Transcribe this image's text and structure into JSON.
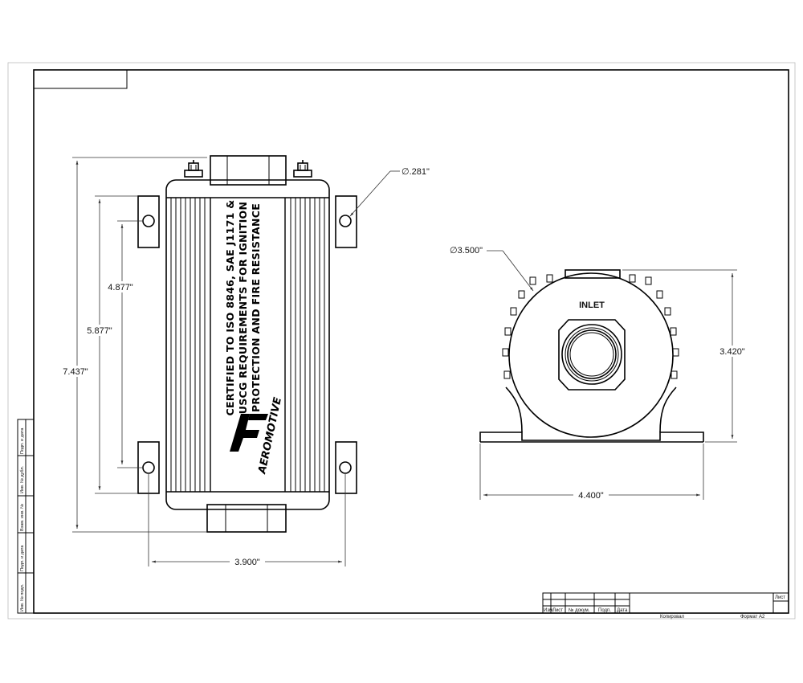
{
  "drawing": {
    "front_view": {
      "certification_lines": [
        "CERTIFIED TO ISO 8846, SAE J1171 &",
        "USCG REQUIREMENTS FOR IGNITION",
        "PROTECTION AND FIRE RESISTANCE"
      ],
      "brand": "AEROMOTIVE",
      "dim_hole_diameter": "∅.281\"",
      "dim_height_overall": "7.437\"",
      "dim_height_body": "5.877\"",
      "dim_hole_spacing_vertical": "4.877\"",
      "dim_hole_spacing_horizontal": "3.900\""
    },
    "side_view": {
      "inlet_label": "INLET",
      "dim_body_diameter": "∅3.500\"",
      "dim_height": "3.420\"",
      "dim_base_width": "4.400\""
    },
    "side_stamp": [
      "Подп. и дата",
      "Инв. № дубл.",
      "Взам. инв. №",
      "Подп. и дата",
      "Инв. № подл."
    ],
    "title_block": {
      "col_labels": [
        "Изм.",
        "Лист",
        "№ докум.",
        "Подп.",
        "Дата"
      ],
      "sheet_label": "Лист",
      "copied_label": "Копировал",
      "format_label": "Формат A2"
    }
  }
}
